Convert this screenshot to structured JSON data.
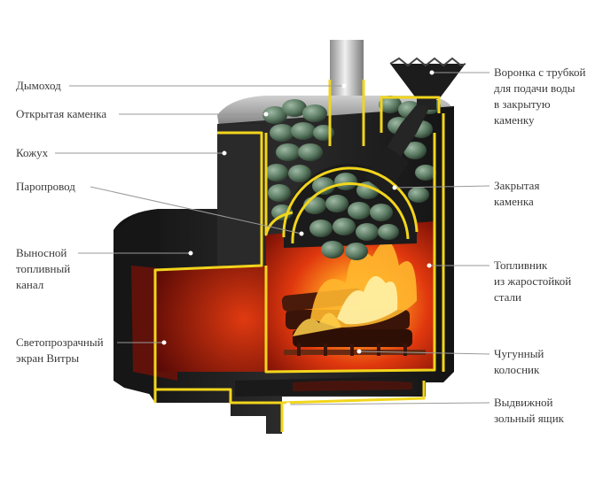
{
  "labels_left": [
    {
      "id": "chimney",
      "lines": [
        "Дымоход"
      ]
    },
    {
      "id": "open-heater",
      "lines": [
        "Открытая каменка"
      ]
    },
    {
      "id": "casing",
      "lines": [
        "Кожух"
      ]
    },
    {
      "id": "steam-pipe",
      "lines": [
        "Паропровод"
      ]
    },
    {
      "id": "fuel-channel",
      "lines": [
        "Выносной",
        "топливный",
        "канал"
      ]
    },
    {
      "id": "glass-screen",
      "lines": [
        "Светопрозрачный",
        "экран Витры"
      ]
    }
  ],
  "labels_right": [
    {
      "id": "water-funnel",
      "lines": [
        "Воронка с трубкой",
        "для подачи воды",
        "в закрытую",
        "каменку"
      ]
    },
    {
      "id": "closed-heater",
      "lines": [
        "Закрытая",
        "каменка"
      ]
    },
    {
      "id": "firebox",
      "lines": [
        "Топливник",
        "из жаростойкой",
        "стали"
      ]
    },
    {
      "id": "grate",
      "lines": [
        "Чугунный",
        "колосник"
      ]
    },
    {
      "id": "ash-drawer",
      "lines": [
        "Выдвижной",
        "зольный ящик"
      ]
    }
  ],
  "colors": {
    "outline": "#f2d51c",
    "body": "#1f1d1e",
    "fire_core": "#ffd54a",
    "fire_outer": "#c01e0c",
    "stones": "#5c7a62"
  }
}
